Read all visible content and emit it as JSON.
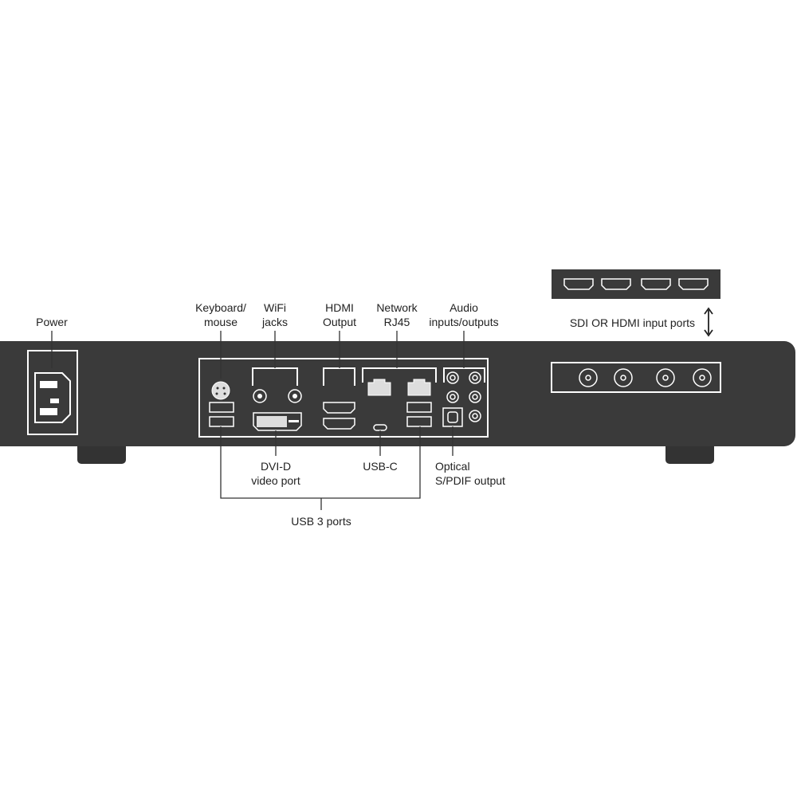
{
  "colors": {
    "chassis": "#3a3a3a",
    "outline": "#ffffff",
    "text": "#222222"
  },
  "labels": {
    "power": "Power",
    "keyboard_1": "Keyboard/",
    "keyboard_2": "mouse",
    "wifi_1": "WiFi",
    "wifi_2": "jacks",
    "hdmi_1": "HDMI",
    "hdmi_2": "Output",
    "network_1": "Network",
    "network_2": "RJ45",
    "audio_1": "Audio",
    "audio_2": "inputs/outputs",
    "dvi_1": "DVI-D",
    "dvi_2": "video port",
    "usbc": "USB-C",
    "optical_1": "Optical",
    "optical_2": "S/PDIF output",
    "usb3": "USB 3 ports",
    "sdi_hdmi": "SDI OR HDMI input ports"
  }
}
